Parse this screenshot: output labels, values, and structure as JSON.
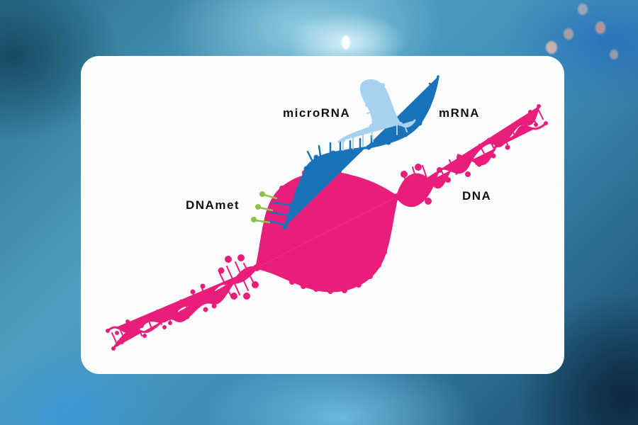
{
  "figure": {
    "title": "",
    "labels": {
      "microrna": "microRNA",
      "mrna": "mRNA",
      "dnamet": "DNAmet",
      "dna": "DNA"
    },
    "colors": {
      "dna": "#e91e7a",
      "mrna": "#1a73b8",
      "microrna": "#a7d2ef",
      "methyl": "#8cc34a",
      "card": "#fbfcfe",
      "text": "#111111"
    }
  }
}
